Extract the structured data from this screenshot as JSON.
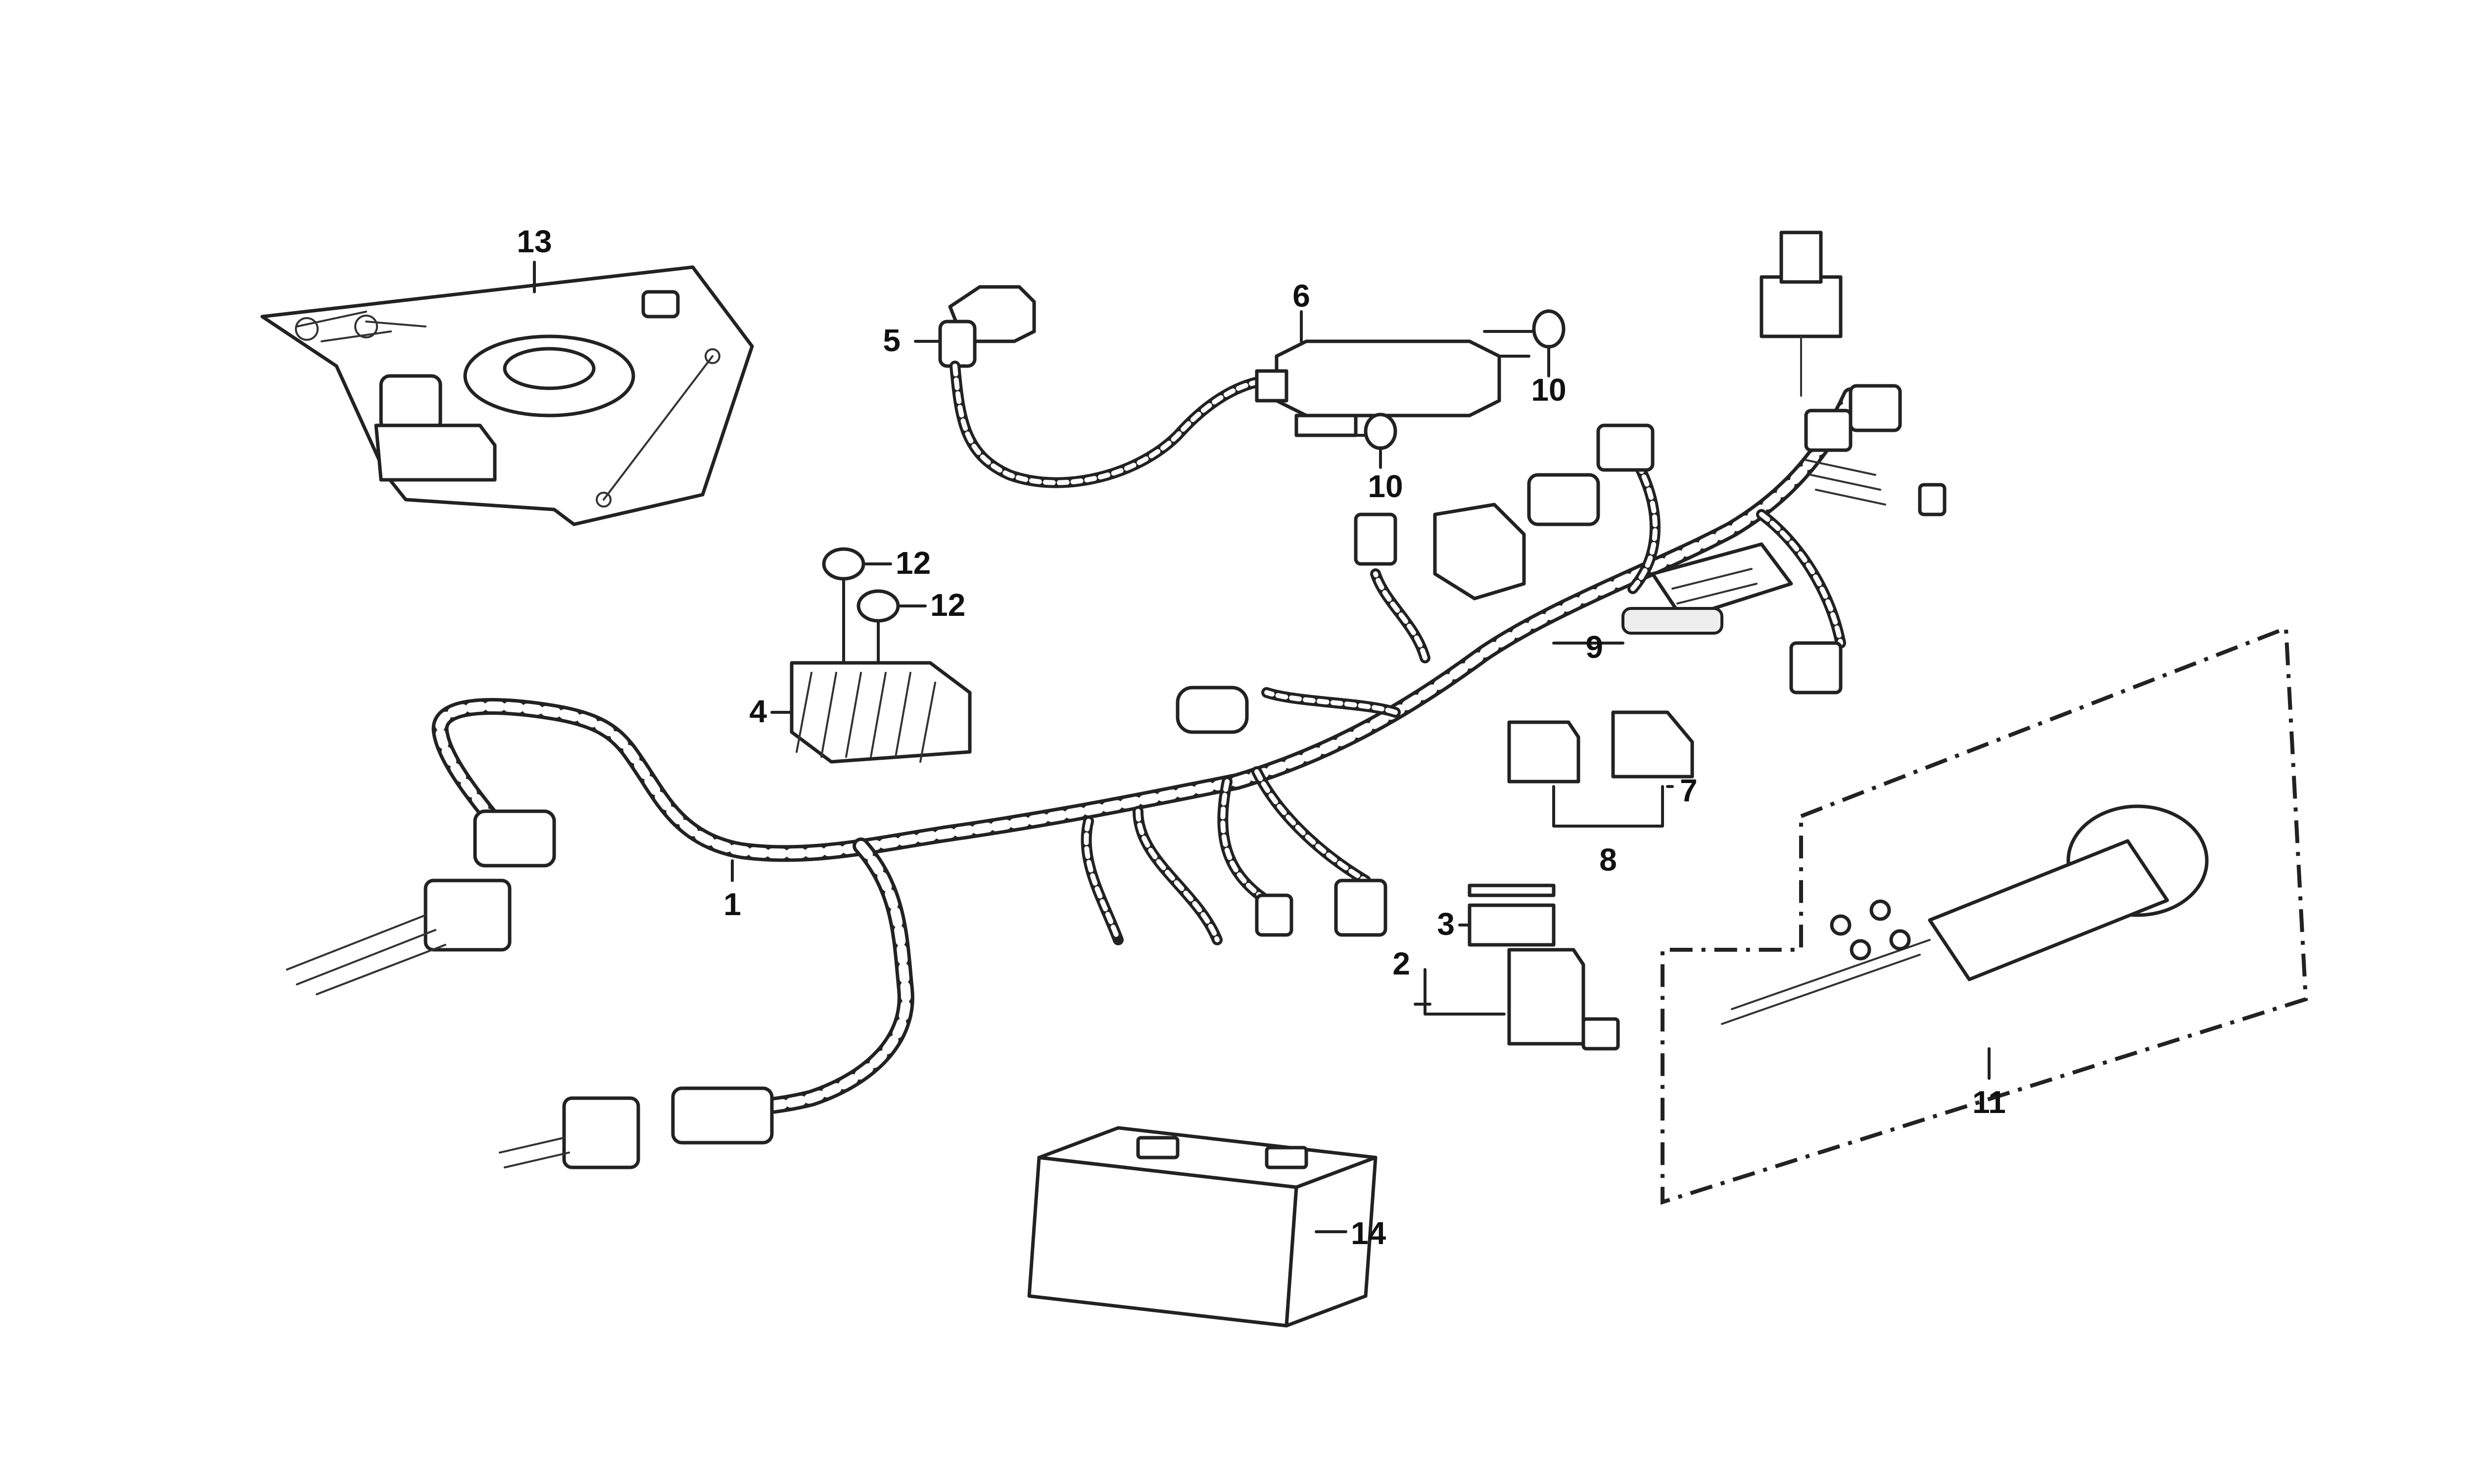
{
  "callouts": {
    "c1": "1",
    "c2": "2",
    "c3": "3",
    "c4": "4",
    "c5": "5",
    "c6": "6",
    "c7": "7",
    "c8": "8",
    "c9": "9",
    "c10a": "10",
    "c10b": "10",
    "c11": "11",
    "c12a": "12",
    "c12b": "12",
    "c13": "13",
    "c14": "14"
  }
}
